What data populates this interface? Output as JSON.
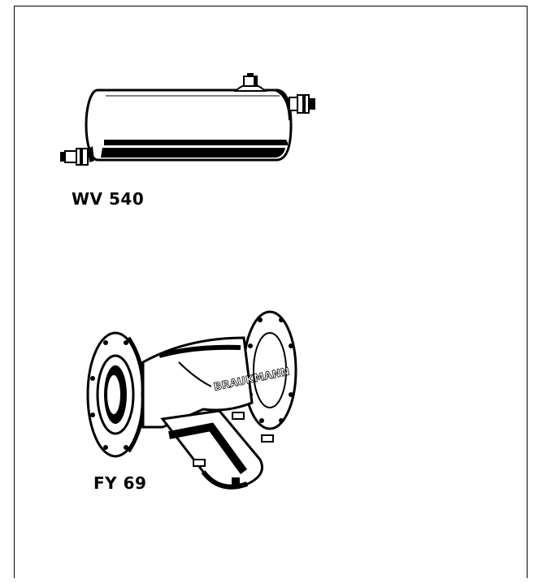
{
  "products": [
    {
      "label": "WV 540",
      "illustration": "pressure-vessel-drawing"
    },
    {
      "label": "FY 69",
      "illustration": "y-strainer-drawing",
      "brand_mark": "BRAUKMANN"
    }
  ]
}
